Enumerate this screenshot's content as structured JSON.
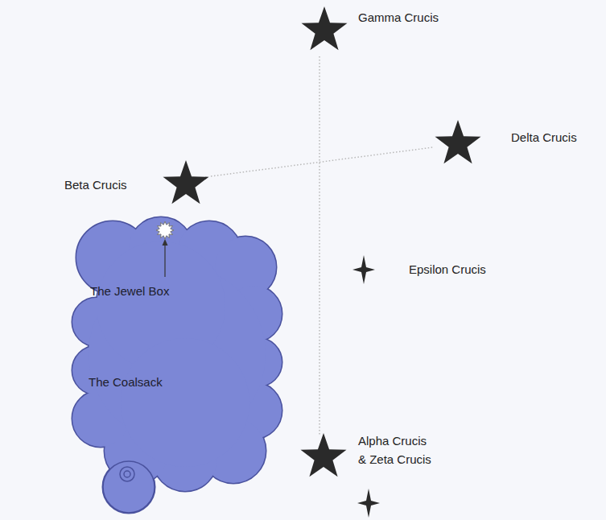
{
  "diagram": {
    "nodes": [
      {
        "text": [
          "The Jewel Box",
          "The Coalsack"
        ]
      }
    ],
    "labels": [
      "Gamma Crucis",
      "Delta Crucis",
      "Beta Crucis",
      "Epsilon Crucis",
      "Alpha Crucis & Zeta Crucis"
    ]
  }
}
